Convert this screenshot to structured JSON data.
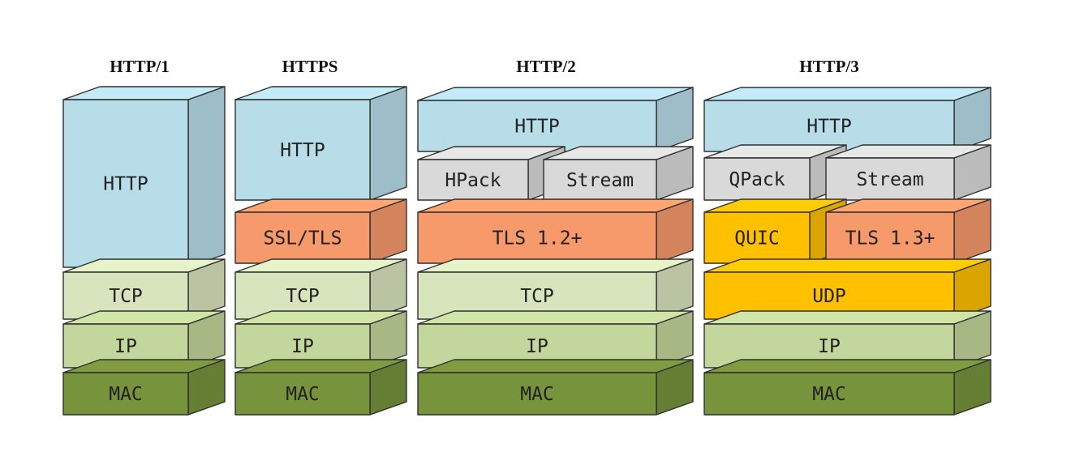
{
  "colors": {
    "http": "#b7dde8",
    "gray": "#d9d9d9",
    "tls": "#f79a6b",
    "quic": "#ffc000",
    "tcp": "#d8e4bc",
    "ip": "#c3d69b",
    "mac": "#77933c"
  },
  "columns": [
    {
      "title": "HTTP/1",
      "blocks": [
        {
          "id": "h1-http",
          "label": "HTTP",
          "color": "http"
        },
        {
          "id": "h1-tcp",
          "label": "TCP",
          "color": "tcp"
        },
        {
          "id": "h1-ip",
          "label": "IP",
          "color": "ip"
        },
        {
          "id": "h1-mac",
          "label": "MAC",
          "color": "mac"
        }
      ]
    },
    {
      "title": "HTTPS",
      "blocks": [
        {
          "id": "hs-http",
          "label": "HTTP",
          "color": "http"
        },
        {
          "id": "hs-ssl",
          "label": "SSL/TLS",
          "color": "tls"
        },
        {
          "id": "hs-tcp",
          "label": "TCP",
          "color": "tcp"
        },
        {
          "id": "hs-ip",
          "label": "IP",
          "color": "ip"
        },
        {
          "id": "hs-mac",
          "label": "MAC",
          "color": "mac"
        }
      ]
    },
    {
      "title": "HTTP/2",
      "blocks": [
        {
          "id": "h2-http",
          "label": "HTTP",
          "color": "http"
        },
        {
          "id": "h2-hpack",
          "label": "HPack",
          "color": "gray"
        },
        {
          "id": "h2-stream",
          "label": "Stream",
          "color": "gray"
        },
        {
          "id": "h2-tls",
          "label": "TLS 1.2+",
          "color": "tls"
        },
        {
          "id": "h2-tcp",
          "label": "TCP",
          "color": "tcp"
        },
        {
          "id": "h2-ip",
          "label": "IP",
          "color": "ip"
        },
        {
          "id": "h2-mac",
          "label": "MAC",
          "color": "mac"
        }
      ]
    },
    {
      "title": "HTTP/3",
      "blocks": [
        {
          "id": "h3-http",
          "label": "HTTP",
          "color": "http"
        },
        {
          "id": "h3-qpack",
          "label": "QPack",
          "color": "gray"
        },
        {
          "id": "h3-stream",
          "label": "Stream",
          "color": "gray"
        },
        {
          "id": "h3-quic",
          "label": "QUIC",
          "color": "quic"
        },
        {
          "id": "h3-tls",
          "label": "TLS 1.3+",
          "color": "tls"
        },
        {
          "id": "h3-udp",
          "label": "UDP",
          "color": "quic"
        },
        {
          "id": "h3-ip",
          "label": "IP",
          "color": "ip"
        },
        {
          "id": "h3-mac",
          "label": "MAC",
          "color": "mac"
        }
      ]
    }
  ]
}
